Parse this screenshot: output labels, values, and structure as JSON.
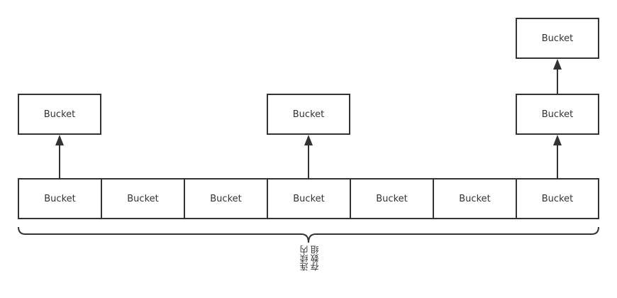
{
  "diagram": {
    "bucket_label": "Bucket",
    "array_cells": [
      "Bucket",
      "Bucket",
      "Bucket",
      "Bucket",
      "Bucket",
      "Bucket",
      "Bucket"
    ],
    "chain_col0": [
      "Bucket"
    ],
    "chain_col3": [
      "Bucket"
    ],
    "chain_col6": [
      "Bucket",
      "Bucket"
    ],
    "brace_label_line1": "连续内",
    "brace_label_line2": "存数组",
    "colors": {
      "stroke": "#333333",
      "background": "#ffffff"
    }
  }
}
